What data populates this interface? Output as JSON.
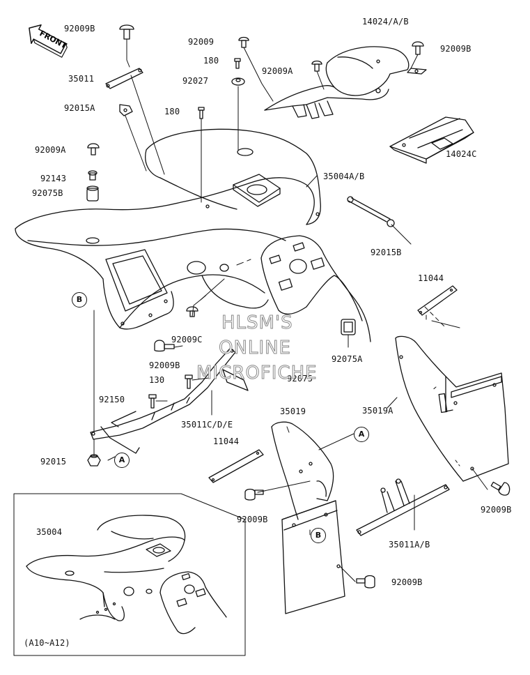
{
  "front_arrow": {
    "text": "FRONT"
  },
  "labels": {
    "l_92009B_top": "92009B",
    "l_35011": "35011",
    "l_92015A": "92015A",
    "l_92009A_left": "92009A",
    "l_92143": "92143",
    "l_92075B": "92075B",
    "l_92009_top": "92009",
    "l_180_a": "180",
    "l_92027": "92027",
    "l_180_b": "180",
    "l_92009A_mid": "92009A",
    "l_14024AB": "14024/A/B",
    "l_92009B_right": "92009B",
    "l_14024C": "14024C",
    "l_35004AB": "35004A/B",
    "l_92015B": "92015B",
    "l_11044_right": "11044",
    "l_92009C": "92009C",
    "l_92075A": "92075A",
    "l_92009B_mid": "92009B",
    "l_130": "130",
    "l_92075": "92075",
    "l_92150": "92150",
    "l_35011CDE": "35011C/D/E",
    "l_35019": "35019",
    "l_35019A": "35019A",
    "l_11044_mid": "11044",
    "l_92015": "92015",
    "l_92009B_lower": "92009B",
    "l_92009B_far": "92009B",
    "l_35011AB": "35011A/B",
    "l_92009B_bottom": "92009B",
    "l_35004": "35004",
    "l_inset_note": "(A10~A12)"
  },
  "callouts": {
    "c_B_left": "B",
    "c_A_left": "A",
    "c_A_right": "A",
    "c_B_flap": "B"
  },
  "watermark": {
    "line1": "HLSM'S",
    "line2": "ONLINE",
    "line3": "MICROFICHE"
  }
}
